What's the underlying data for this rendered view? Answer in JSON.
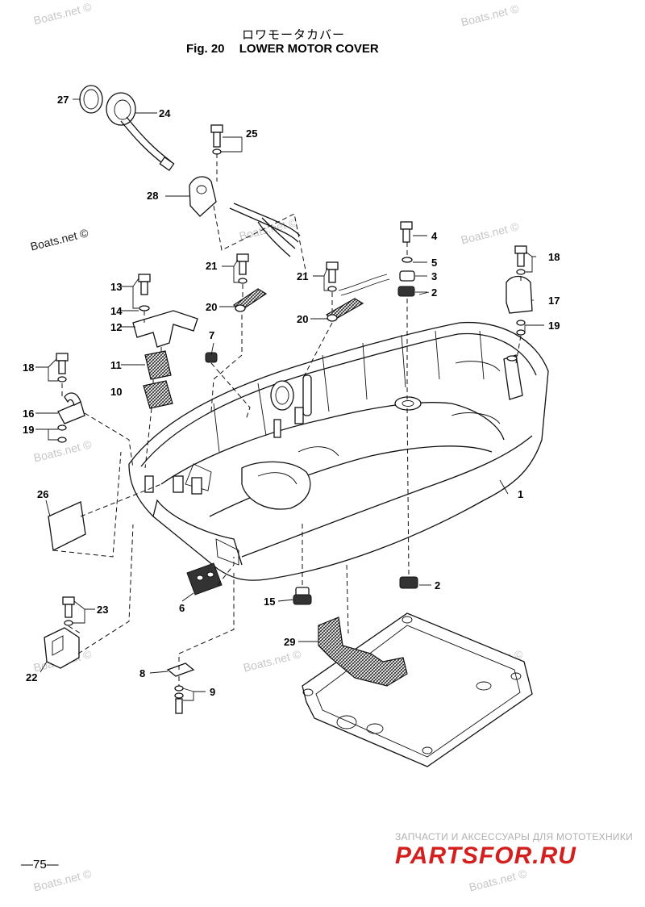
{
  "header": {
    "title_jp": "ロワモータカバー",
    "fig_label": "Fig. 20",
    "title_en": "LOWER MOTOR COVER"
  },
  "watermark": "Boats.net ©",
  "callouts": [
    {
      "id": "c1",
      "text": "1"
    },
    {
      "id": "c2a",
      "text": "2"
    },
    {
      "id": "c2b",
      "text": "2"
    },
    {
      "id": "c3",
      "text": "3"
    },
    {
      "id": "c4",
      "text": "4"
    },
    {
      "id": "c5",
      "text": "5"
    },
    {
      "id": "c6",
      "text": "6"
    },
    {
      "id": "c7",
      "text": "7"
    },
    {
      "id": "c8",
      "text": "8"
    },
    {
      "id": "c9",
      "text": "9"
    },
    {
      "id": "c10",
      "text": "10"
    },
    {
      "id": "c11",
      "text": "11"
    },
    {
      "id": "c12",
      "text": "12"
    },
    {
      "id": "c13",
      "text": "13"
    },
    {
      "id": "c14",
      "text": "14"
    },
    {
      "id": "c15",
      "text": "15"
    },
    {
      "id": "c16",
      "text": "16"
    },
    {
      "id": "c17",
      "text": "17"
    },
    {
      "id": "c18a",
      "text": "18"
    },
    {
      "id": "c18b",
      "text": "18"
    },
    {
      "id": "c19a",
      "text": "19"
    },
    {
      "id": "c19b",
      "text": "19"
    },
    {
      "id": "c20a",
      "text": "20"
    },
    {
      "id": "c20b",
      "text": "20"
    },
    {
      "id": "c21a",
      "text": "21"
    },
    {
      "id": "c21b",
      "text": "21"
    },
    {
      "id": "c22",
      "text": "22"
    },
    {
      "id": "c23",
      "text": "23"
    },
    {
      "id": "c24",
      "text": "24"
    },
    {
      "id": "c25",
      "text": "25"
    },
    {
      "id": "c26",
      "text": "26"
    },
    {
      "id": "c27",
      "text": "27"
    },
    {
      "id": "c28",
      "text": "28"
    },
    {
      "id": "c29",
      "text": "29"
    }
  ],
  "footer": {
    "page_number": "—75—",
    "shop_line": "ЗАПЧАСТИ И АКСЕССУАРЫ ДЛЯ МОТОТЕХНИКИ",
    "shop_brand": "PARTSFOR.RU",
    "brand_color": "#d41f1f"
  }
}
